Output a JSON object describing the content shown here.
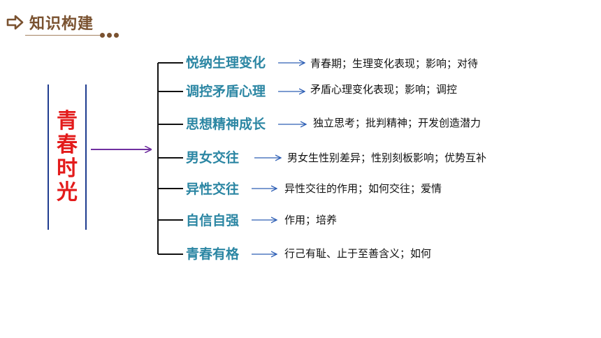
{
  "header": {
    "title": "知识构建",
    "icon": "arrow-right-outline-icon",
    "accent_color": "#7a5230"
  },
  "main": {
    "title": [
      "青",
      "春",
      "时",
      "光"
    ],
    "title_color": "#e31b1b",
    "bracket_color": "#1f3c8f",
    "arrow_color": "#7030a0"
  },
  "branches": [
    {
      "topic": "悦纳生理变化",
      "detail": "青春期；生理变化表现；影响；对待"
    },
    {
      "topic": "调控矛盾心理",
      "detail": "矛盾心理变化表现；影响；调控"
    },
    {
      "topic": "思想精神成长",
      "detail": "独立思考；批判精神；开发创造潜力"
    },
    {
      "topic": "男女交往",
      "detail": "男女生性别差异；性别刻板影响；优势互补"
    },
    {
      "topic": "异性交往",
      "detail": "异性交往的作用；如何交往；爱情"
    },
    {
      "topic": "自信自强",
      "detail": "作用；培养"
    },
    {
      "topic": "青春有格",
      "detail": "行己有耻、止于至善含义；如何"
    }
  ],
  "topic_color": "#2b86a3",
  "link_arrow_color": "#2e5fb5"
}
